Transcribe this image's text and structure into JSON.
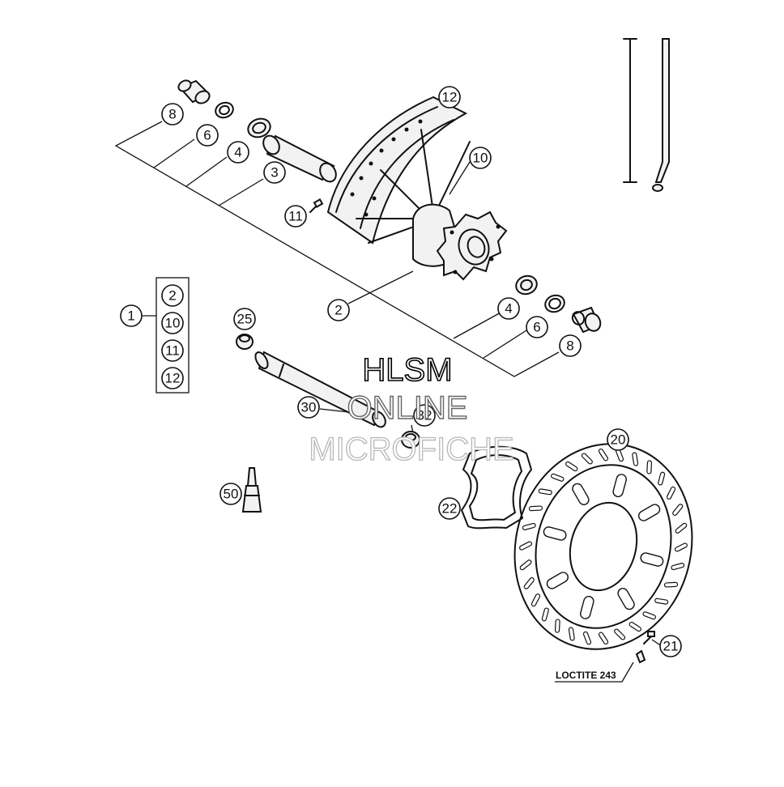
{
  "callouts": {
    "c8a": "8",
    "c6a": "6",
    "c4a": "4",
    "c3": "3",
    "c11": "11",
    "c12": "12",
    "c10": "10",
    "c2": "2",
    "c4b": "4",
    "c6b": "6",
    "c8b": "8",
    "c1": "1",
    "kit_2": "2",
    "kit_10": "10",
    "kit_11": "11",
    "kit_12": "12",
    "c25": "25",
    "c30": "30",
    "c32": "32",
    "c50": "50",
    "c20": "20",
    "c22": "22",
    "c21": "21"
  },
  "note": {
    "loctite": "LOCTITE 243"
  },
  "watermark": {
    "line1": "HLSM",
    "line2": "ONLINE",
    "line3": "MICROFICHE"
  }
}
